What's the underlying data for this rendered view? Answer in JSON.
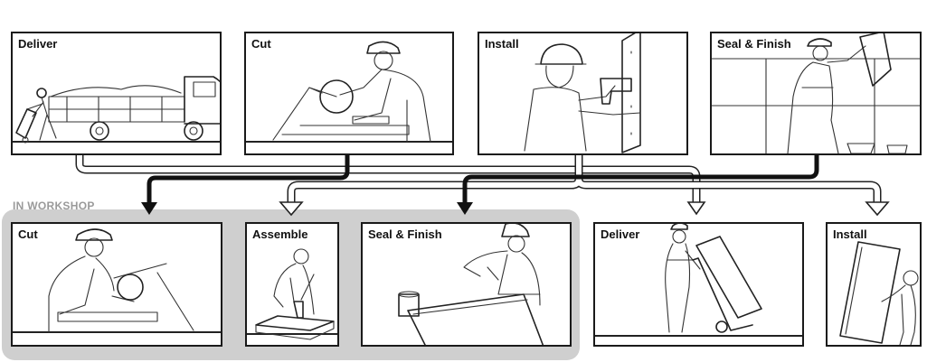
{
  "workshop": {
    "title": "IN WORKSHOP"
  },
  "top_row": [
    {
      "label": "Deliver"
    },
    {
      "label": "Cut"
    },
    {
      "label": "Install"
    },
    {
      "label": "Seal & Finish"
    }
  ],
  "bottom_row": [
    {
      "label": "Cut"
    },
    {
      "label": "Assemble"
    },
    {
      "label": "Seal & Finish"
    },
    {
      "label": "Deliver"
    },
    {
      "label": "Install"
    }
  ],
  "colors": {
    "workshop_background": "#cfcfcf",
    "workshop_title": "#9a9a9a",
    "line": "#1a1a1a"
  }
}
